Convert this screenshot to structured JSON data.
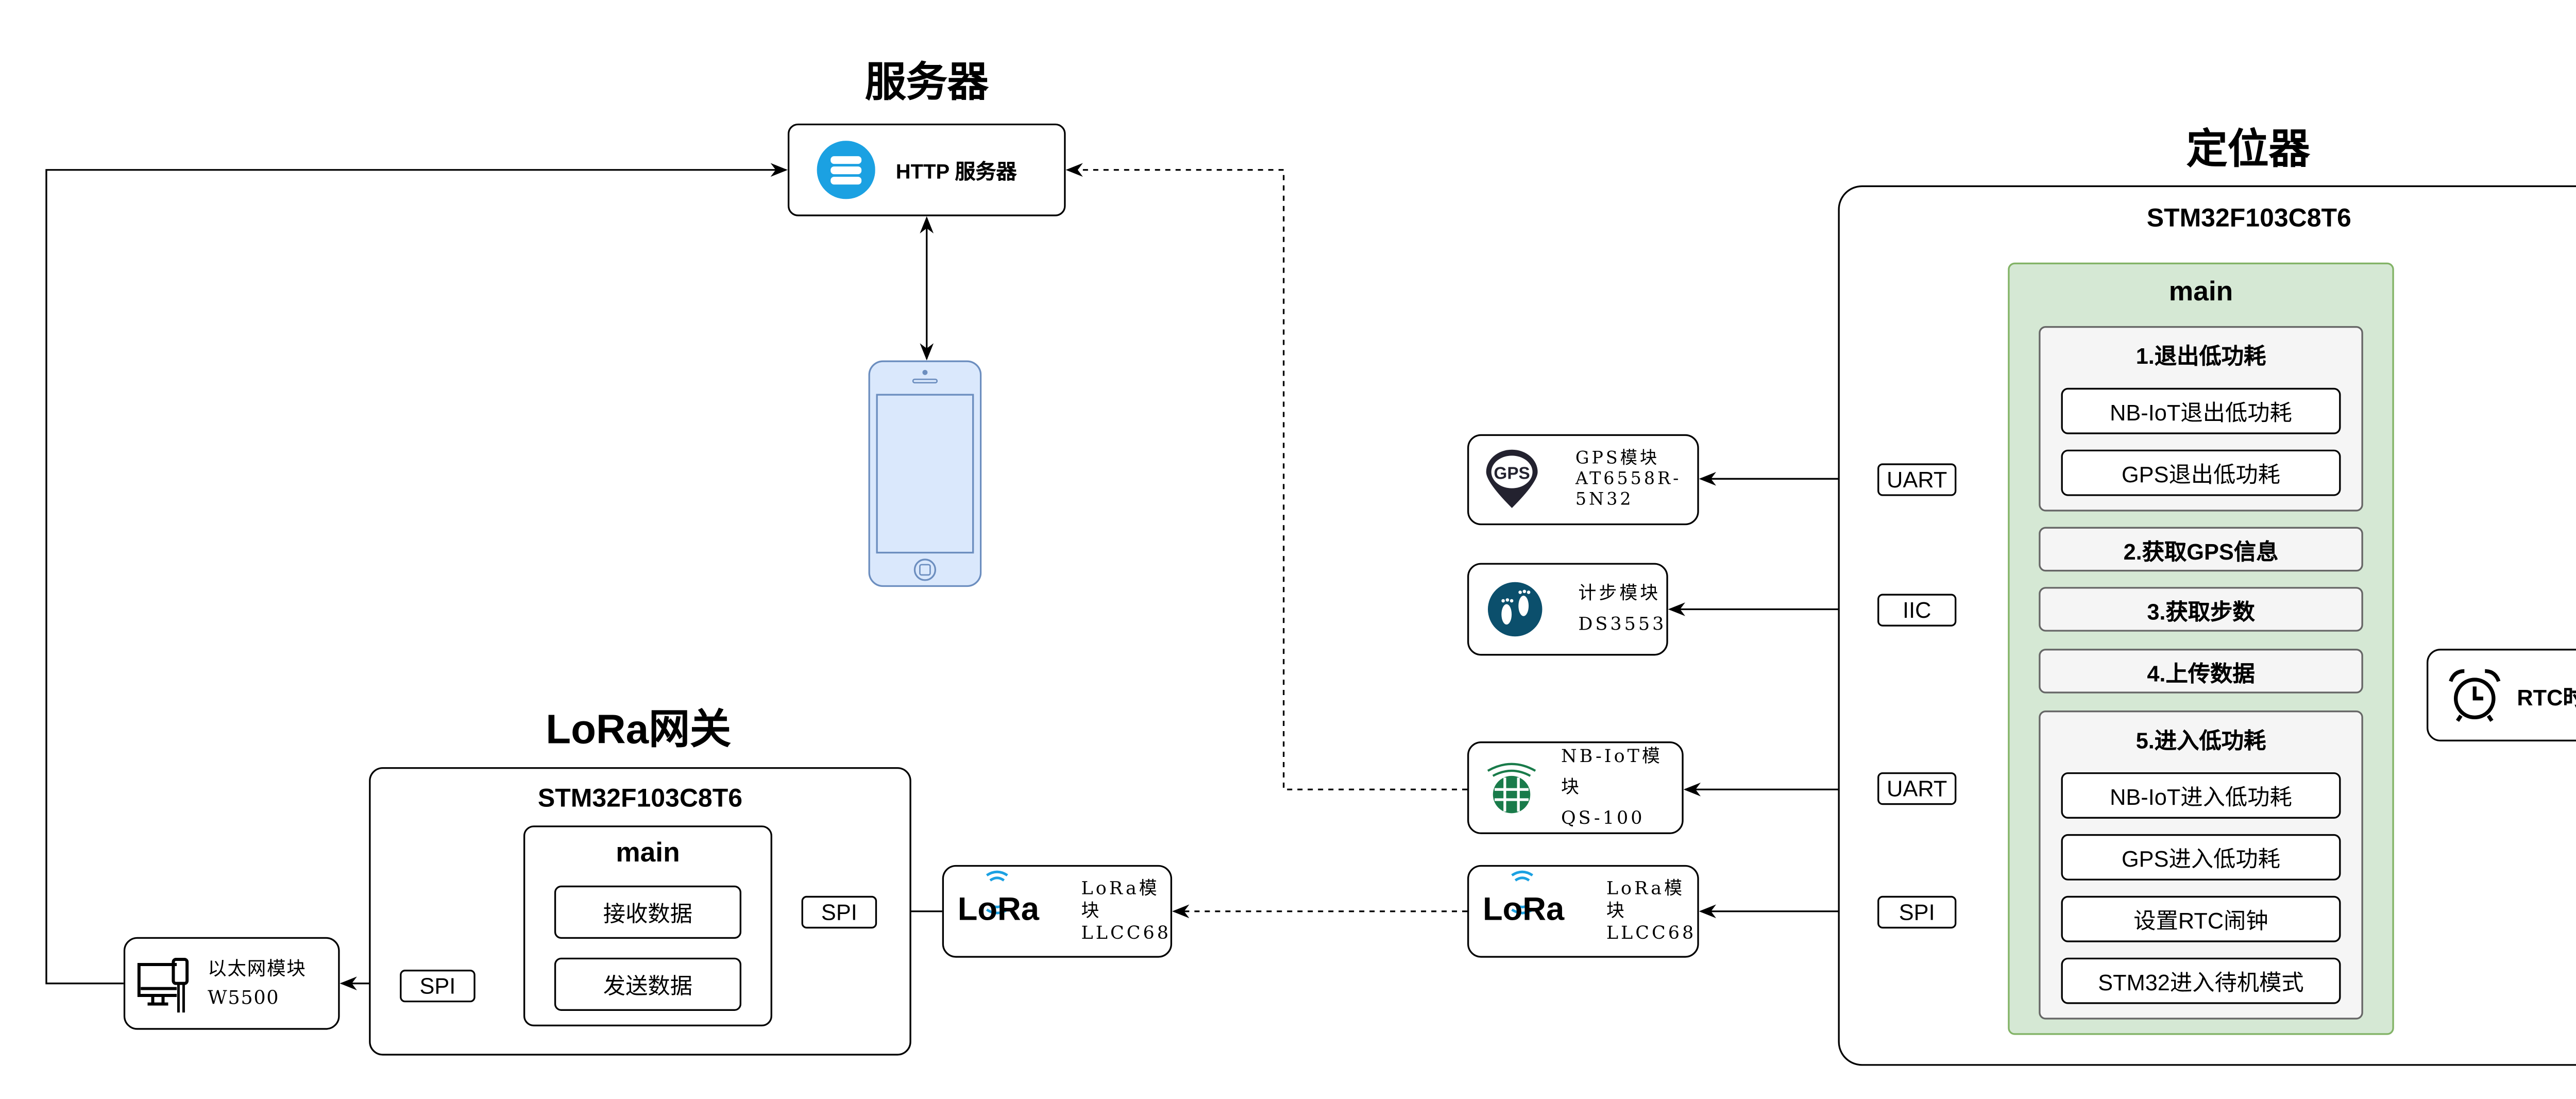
{
  "server": {
    "title": "服务器",
    "http_label": "HTTP 服务器",
    "icon": "cloud-server-icon"
  },
  "phone": {
    "icon": "smartphone-icon"
  },
  "gateway": {
    "title": "LoRa网关",
    "mcu": "STM32F103C8T6",
    "main_label": "main",
    "items": [
      "接收数据",
      "发送数据"
    ],
    "spi_labels": [
      "SPI",
      "SPI"
    ],
    "lora": {
      "logo": "LoRa",
      "name": "LoRa模块",
      "model": "LLCC68"
    },
    "ethernet": {
      "name": "以太网模块",
      "model": "W5500",
      "icon": "ethernet-computer-icon"
    }
  },
  "locator": {
    "title": "定位器",
    "mcu": "STM32F103C8T6",
    "main_label": "main",
    "step1": {
      "title": "1.退出低功耗",
      "items": [
        "NB-IoT退出低功耗",
        "GPS退出低功耗"
      ]
    },
    "step2": "2.获取GPS信息",
    "step3": "3.获取步数",
    "step4": "4.上传数据",
    "step5": {
      "title": "5.进入低功耗",
      "items": [
        "NB-IoT进入低功耗",
        "GPS进入低功耗",
        "设置RTC闹钟",
        "STM32进入待机模式"
      ]
    },
    "rtc": {
      "label": "RTC时钟",
      "icon": "alarm-clock-icon"
    },
    "bus_labels": {
      "gps": "UART",
      "step": "IIC",
      "nb": "UART",
      "lora": "SPI"
    },
    "devices": {
      "gps": {
        "name": "GPS模块",
        "model": "AT6558R-5N32",
        "icon": "gps-pin-icon",
        "icon_text": "GPS"
      },
      "step": {
        "name": "计步模块",
        "model": "DS3553",
        "icon": "footprints-icon"
      },
      "nb": {
        "name": "NB-IoT模块",
        "model": "QS-100",
        "icon": "nb-iot-globe-icon"
      },
      "lora": {
        "logo": "LoRa",
        "name": "LoRa模块",
        "model": "LLCC68"
      }
    }
  },
  "colors": {
    "green_fill": "#d5e8d4",
    "green_stroke": "#82b366",
    "phone_fill": "#dae8fc",
    "phone_stroke": "#6c8ebf",
    "cloud": "#1ba1e2",
    "gps": "#23222f",
    "step": "#0b4f6c",
    "nb": "#197b4a",
    "lora_waves": "#1ba1e2"
  }
}
